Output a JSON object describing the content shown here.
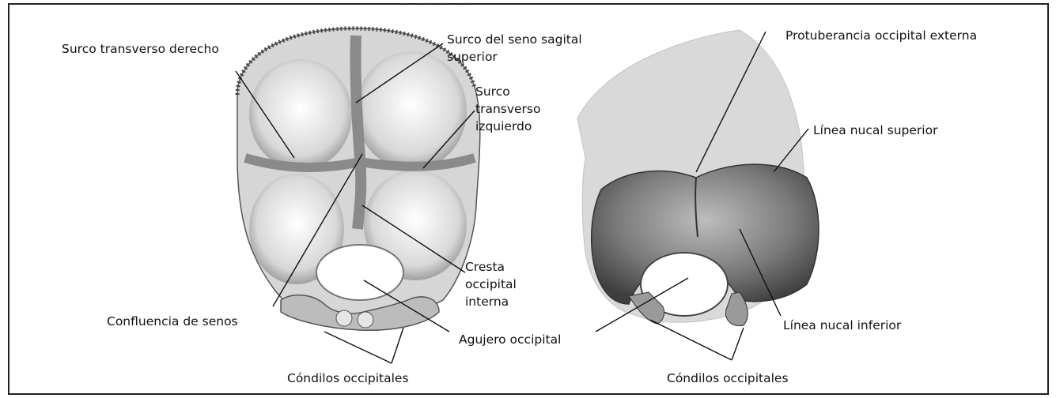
{
  "header_fragment": "· · · ·········  · ····",
  "left_view": {
    "surco_transverso_derecho": "Surco transverso derecho",
    "surco_seno_sagital_1": "Surco del seno sagital",
    "surco_seno_sagital_2": "superior",
    "surco_transverso_izq_1": "Surco",
    "surco_transverso_izq_2": "transverso",
    "surco_transverso_izq_3": "izquierdo",
    "cresta_1": "Cresta",
    "cresta_2": "occipital",
    "cresta_3": "interna",
    "confluencia": "Confluencia de senos",
    "condilos": "Cóndilos occipitales"
  },
  "shared": {
    "agujero": "Agujero occipital"
  },
  "right_view": {
    "protuberancia": "Protuberancia occipital externa",
    "linea_superior": "Línea nucal superior",
    "linea_inferior": "Línea nucal inferior",
    "condilos": "Cóndilos occipitales"
  },
  "colors": {
    "bone_light": "#e9e9e9",
    "bone_mid": "#9a9a9a",
    "bone_dark": "#4a4a4a",
    "line": "#111111"
  }
}
